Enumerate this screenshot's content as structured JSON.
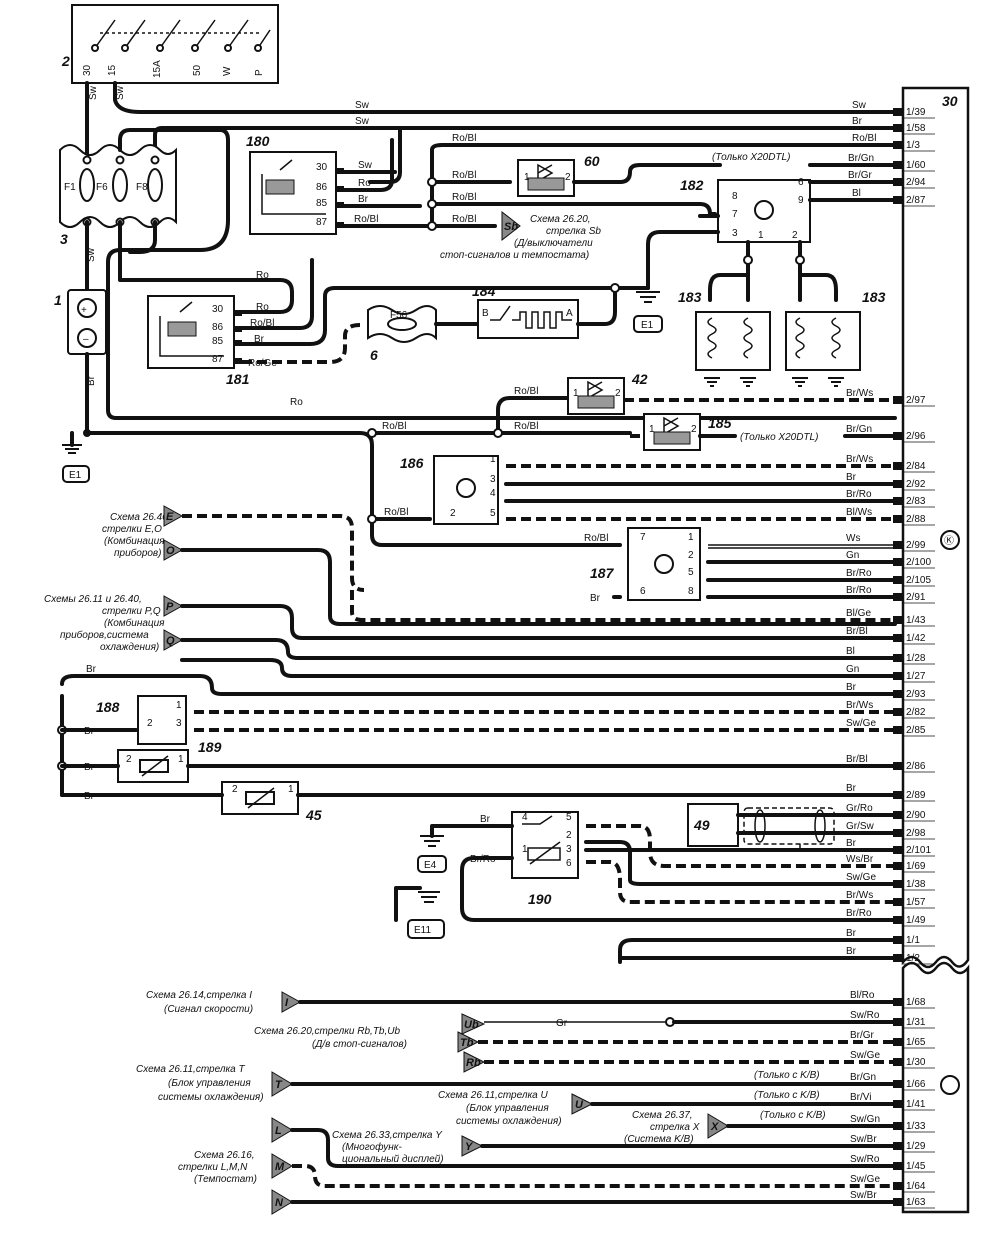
{
  "component_numbers": {
    "ignition_switch": "2",
    "fuse_block": "3",
    "battery": "1",
    "control_unit": "30",
    "relay_180": "180",
    "relay_181": "181",
    "valve_60": "60",
    "module_182": "182",
    "heaters_183a": "183",
    "heaters_183b": "183",
    "heater_184": "184",
    "fuse_6": "6",
    "valve_42": "42",
    "valve_185": "185",
    "sensor_186": "186",
    "sensor_187": "187",
    "sensor_188": "188",
    "sensor_189": "189",
    "sensor_45": "45",
    "sensor_49": "49",
    "sensor_190": "190"
  },
  "ignition_pins": [
    "30",
    "15",
    "15A",
    "50",
    "W",
    "P"
  ],
  "fuses": [
    "F1",
    "F6",
    "F8",
    "F56"
  ],
  "grounds": [
    "E1",
    "E1",
    "E4",
    "E11"
  ],
  "relay_pins": [
    "30",
    "86",
    "85",
    "87"
  ],
  "module_pins": {
    "m182": [
      "8",
      "7",
      "3",
      "6",
      "9",
      "1",
      "2"
    ],
    "m186": [
      "1",
      "3",
      "4",
      "5",
      "2"
    ],
    "m187": [
      "7",
      "6",
      "1",
      "2",
      "5",
      "8"
    ],
    "m188": [
      "1",
      "3",
      "2"
    ],
    "m189": [
      "2",
      "1"
    ],
    "m45": [
      "2",
      "1"
    ],
    "m190": [
      "4",
      "5",
      "2",
      "1",
      "3",
      "6"
    ],
    "m184": [
      "B",
      "A"
    ],
    "m42": [
      "1",
      "2"
    ],
    "m60": [
      "1",
      "2"
    ],
    "m185": [
      "1",
      "2"
    ]
  },
  "bus_rows_upper": [
    {
      "pin": "1/39",
      "wire": "Sw"
    },
    {
      "pin": "1/58",
      "wire": "Br"
    },
    {
      "pin": "1/3",
      "wire": "Ro/Bl"
    },
    {
      "pin": "1/60",
      "wire": "Br/Gn"
    },
    {
      "pin": "2/94",
      "wire": "Br/Gr"
    },
    {
      "pin": "2/87",
      "wire": "Bl"
    },
    {
      "pin": "2/97",
      "wire": "Br/Ws"
    },
    {
      "pin": "2/96",
      "wire": "Br/Gn"
    },
    {
      "pin": "2/84",
      "wire": "Br/Ws"
    },
    {
      "pin": "2/92",
      "wire": "Br"
    },
    {
      "pin": "2/83",
      "wire": "Br/Ro"
    },
    {
      "pin": "2/88",
      "wire": "Bl/Ws"
    },
    {
      "pin": "2/99",
      "wire": "Ws"
    },
    {
      "pin": "2/100",
      "wire": "Gn"
    },
    {
      "pin": "2/105",
      "wire": "Br/Ro"
    },
    {
      "pin": "2/91",
      "wire": "Br/Ro"
    },
    {
      "pin": "1/43",
      "wire": "Bl/Ge"
    },
    {
      "pin": "1/42",
      "wire": "Br/Bl"
    },
    {
      "pin": "1/28",
      "wire": "Bl"
    },
    {
      "pin": "1/27",
      "wire": "Gn"
    },
    {
      "pin": "2/93",
      "wire": "Br"
    },
    {
      "pin": "2/82",
      "wire": "Br/Ws"
    },
    {
      "pin": "2/85",
      "wire": "Sw/Ge"
    },
    {
      "pin": "2/86",
      "wire": "Br/Bl"
    },
    {
      "pin": "2/89",
      "wire": "Br"
    },
    {
      "pin": "2/90",
      "wire": "Gr/Ro"
    },
    {
      "pin": "2/98",
      "wire": "Gr/Sw"
    },
    {
      "pin": "2/101",
      "wire": "Br"
    },
    {
      "pin": "1/69",
      "wire": "Ws/Br"
    },
    {
      "pin": "1/38",
      "wire": "Sw/Ge"
    },
    {
      "pin": "1/57",
      "wire": "Br/Ws"
    },
    {
      "pin": "1/49",
      "wire": "Br/Ro"
    },
    {
      "pin": "1/1",
      "wire": "Br"
    },
    {
      "pin": "1/2",
      "wire": "Br"
    }
  ],
  "bus_rows_lower": [
    {
      "pin": "1/68",
      "wire": "Bl/Ro"
    },
    {
      "pin": "1/31",
      "wire": "Sw/Ro"
    },
    {
      "pin": "1/65",
      "wire": "Br/Gr"
    },
    {
      "pin": "1/30",
      "wire": "Sw/Ge"
    },
    {
      "pin": "1/66",
      "wire": "Br/Gn"
    },
    {
      "pin": "1/41",
      "wire": "Br/Vi"
    },
    {
      "pin": "1/33",
      "wire": "Sw/Gn"
    },
    {
      "pin": "1/29",
      "wire": "Sw/Br"
    },
    {
      "pin": "1/45",
      "wire": "Sw/Ro"
    },
    {
      "pin": "1/64",
      "wire": "Sw/Ge"
    },
    {
      "pin": "1/63",
      "wire": "Sw/Br"
    }
  ],
  "wire_labels": {
    "sw": "Sw",
    "br": "Br",
    "ro": "Ro",
    "robl": "Ro/Bl",
    "roge": "Ro/Ge",
    "brro": "Br/Ro",
    "gr": "Gr",
    "brgn": "Br/Gn",
    "brgr": "Br/Gr",
    "bl": "Bl",
    "brws": "Br/Ws"
  },
  "notes": {
    "only_x20dtl": "(Только X20DTL)",
    "only_kb": "(Только с K/B)"
  },
  "refs": {
    "r2620_sb": [
      "Схема 26.20,",
      "стрелка Sb",
      "(Д/выключатели",
      "стоп-сигналов и темпостата)"
    ],
    "r2640_eo": [
      "Схема 26.40,",
      "стрелки E,O",
      "(Комбинация",
      "приборов)"
    ],
    "r2611_pq": [
      "Схемы 26.11 и 26.40,",
      "стрелки P,Q",
      "(Комбинация",
      "приборов,система",
      "охлаждения)"
    ],
    "r2614_i": [
      "Схема 26.14,стрелка I",
      "(Сигнал скорости)"
    ],
    "r2620_rb": [
      "Схема 26.20,стрелки Rb,Tb,Ub",
      "(Д/в стоп-сигналов)"
    ],
    "r2611_t": [
      "Схема 26.11,стрелка T",
      "(Блок управления",
      "системы охлаждения)"
    ],
    "r2611_u": [
      "Схема 26.11,стрелка U",
      "(Блок управления",
      "системы охлаждения)"
    ],
    "r2637_x": [
      "Схема 26.37,",
      "стрелка X",
      "(Система K/B)"
    ],
    "r2633_y": [
      "Схема 26.33,стрелка Y",
      "(Многофунк-",
      "циональный дисплей)"
    ],
    "r2616_lmn": [
      "Схема 26.16,",
      "стрелки L,M,N",
      "(Темпостат)"
    ]
  },
  "arrows": [
    "Sb",
    "E",
    "O",
    "P",
    "Q",
    "I",
    "Ub",
    "Tb",
    "Rb",
    "T",
    "U",
    "X",
    "Y",
    "L",
    "M",
    "N"
  ]
}
